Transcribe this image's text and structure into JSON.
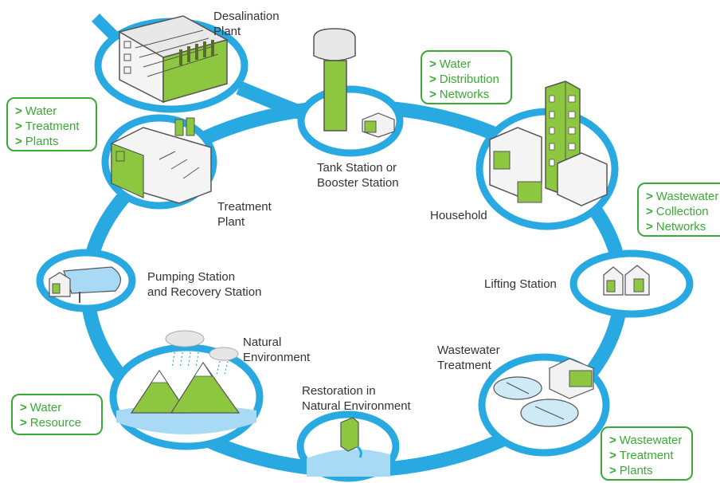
{
  "colors": {
    "ring": "#29a9e1",
    "accent": "#3aaa35",
    "label": "#333333",
    "building_green": "#8dc63f"
  },
  "stations": [
    {
      "id": "desalination",
      "label": "Desalination\nPlant",
      "icon": "desalination-plant-icon"
    },
    {
      "id": "tank",
      "label": "Tank Station or\nBooster Station",
      "icon": "water-tower-icon"
    },
    {
      "id": "household",
      "label": "Household",
      "icon": "buildings-icon"
    },
    {
      "id": "lifting",
      "label": "Lifting Station",
      "icon": "small-house-icon"
    },
    {
      "id": "wastewater",
      "label": "Wastewater\nTreatment",
      "icon": "settling-tank-icon"
    },
    {
      "id": "restoration",
      "label": "Restoration in\nNatural Environment",
      "icon": "outfall-icon"
    },
    {
      "id": "natural",
      "label": "Natural\nEnvironment",
      "icon": "mountains-rain-icon"
    },
    {
      "id": "pumping",
      "label": "Pumping Station\nand Recovery Station",
      "icon": "pool-icon"
    },
    {
      "id": "treatment",
      "label": "Treatment\nPlant",
      "icon": "factory-icon"
    }
  ],
  "callouts": [
    {
      "id": "water-treatment-plants",
      "lines": [
        "Water",
        "Treatment",
        "Plants"
      ]
    },
    {
      "id": "water-distribution-networks",
      "lines": [
        "Water",
        "Distribution",
        "Networks"
      ]
    },
    {
      "id": "wastewater-collection-networks",
      "lines": [
        "Wastewater",
        "Collection",
        "Networks"
      ]
    },
    {
      "id": "water-resource",
      "lines": [
        "Water",
        "Resource"
      ]
    },
    {
      "id": "wastewater-treatment-plants",
      "lines": [
        "Wastewater",
        "Treatment",
        "Plants"
      ]
    }
  ],
  "arrow_glyph": ">"
}
